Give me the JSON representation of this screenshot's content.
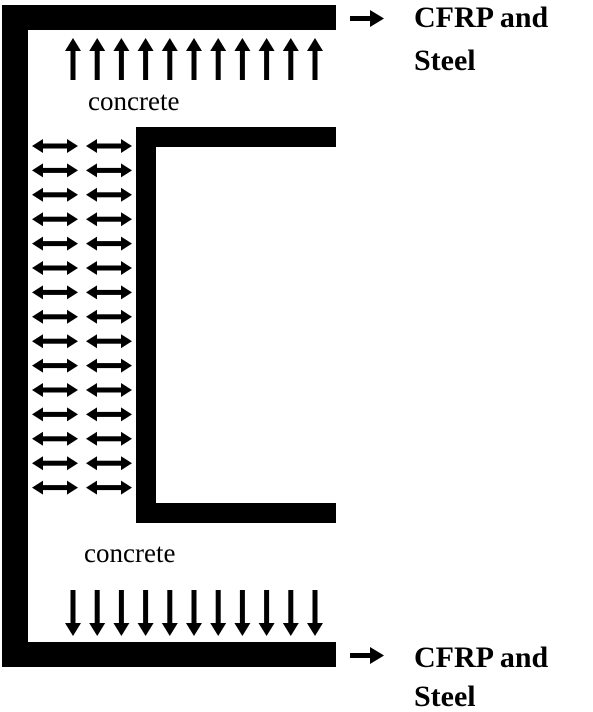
{
  "labels": {
    "top_material_line1": "CFRP and",
    "top_material_line2": "Steel",
    "bottom_material_line1": "CFRP and",
    "bottom_material_line2": "Steel",
    "top_concrete": "concrete",
    "bottom_concrete": "concrete"
  },
  "arrows": {
    "top_up_count": 11,
    "bottom_down_count": 11,
    "middle_double_rows": 15,
    "middle_double_columns": 2
  },
  "colors": {
    "stroke": "#000000",
    "background": "#ffffff"
  }
}
